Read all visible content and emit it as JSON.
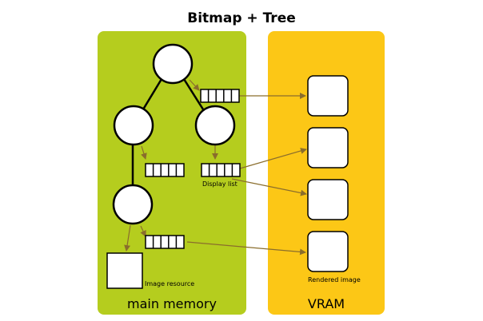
{
  "title": "Bitmap + Tree",
  "regions": {
    "main_memory": {
      "label": "main memory",
      "color": "#b5cd1e"
    },
    "vram": {
      "label": "VRAM",
      "color": "#fcc716"
    }
  },
  "labels": {
    "display_list": "Display list",
    "image_resource": "Image resource",
    "rendered_image": "Rendered image"
  },
  "colors": {
    "arrow": "#8a6d2c",
    "stroke": "#000000",
    "node_fill": "#ffffff"
  }
}
